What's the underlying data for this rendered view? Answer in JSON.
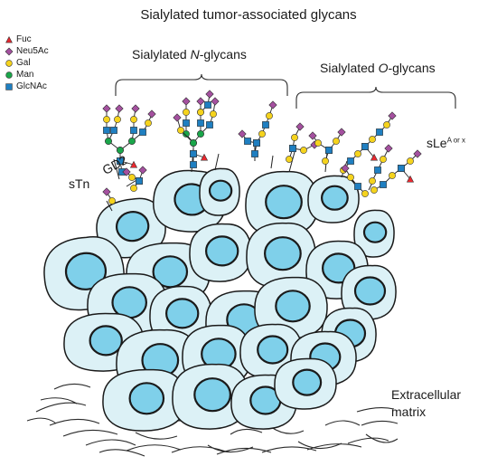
{
  "title": "Sialylated tumor-associated glycans",
  "groups": {
    "n_glycans": {
      "prefix": "Sialylated ",
      "italic": "N",
      "suffix": "-glycans"
    },
    "o_glycans": {
      "prefix": "Sialylated ",
      "italic": "O",
      "suffix": "-glycans"
    }
  },
  "legend": [
    {
      "label": "Fuc",
      "shape": "triangle",
      "color": "#e8282f"
    },
    {
      "label": "Neu5Ac",
      "shape": "diamond",
      "color": "#a4509f"
    },
    {
      "label": "Gal",
      "shape": "circle",
      "color": "#f5d31d"
    },
    {
      "label": "Man",
      "shape": "circle",
      "color": "#1aa64a"
    },
    {
      "label": "GlcNAc",
      "shape": "square",
      "color": "#1f7fc1"
    }
  ],
  "labels": {
    "stn": "sTn",
    "gd2": "GD2",
    "slex_base": "sLe",
    "slex_sup": "A or x",
    "ecm_line1": "Extracellular",
    "ecm_line2": "matrix"
  },
  "colors": {
    "cell_fill": "#dcf1f6",
    "nucleus_fill": "#7fd0ea",
    "outline": "#1a1a1a"
  }
}
